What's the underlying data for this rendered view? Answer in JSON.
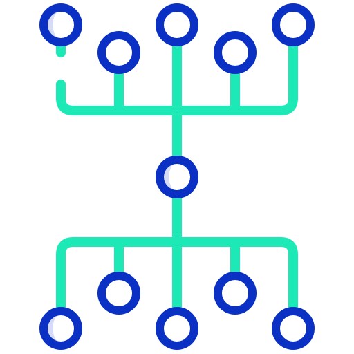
{
  "icon": {
    "name": "hierarchy-network-icon",
    "colors": {
      "connector": "#1de9b6",
      "node_stroke": "#0a31c3",
      "node_fill": "#ffffff",
      "node_highlight": "#d6dcf7"
    },
    "nodes": [
      {
        "id": "top-1",
        "highlighted": true
      },
      {
        "id": "top-2",
        "highlighted": false
      },
      {
        "id": "top-3",
        "highlighted": false
      },
      {
        "id": "top-4",
        "highlighted": false
      },
      {
        "id": "top-5",
        "highlighted": false
      },
      {
        "id": "center",
        "highlighted": true
      },
      {
        "id": "bottom-1",
        "highlighted": true
      },
      {
        "id": "bottom-2",
        "highlighted": false
      },
      {
        "id": "bottom-3",
        "highlighted": false
      },
      {
        "id": "bottom-4",
        "highlighted": false
      },
      {
        "id": "bottom-5",
        "highlighted": false
      }
    ]
  }
}
